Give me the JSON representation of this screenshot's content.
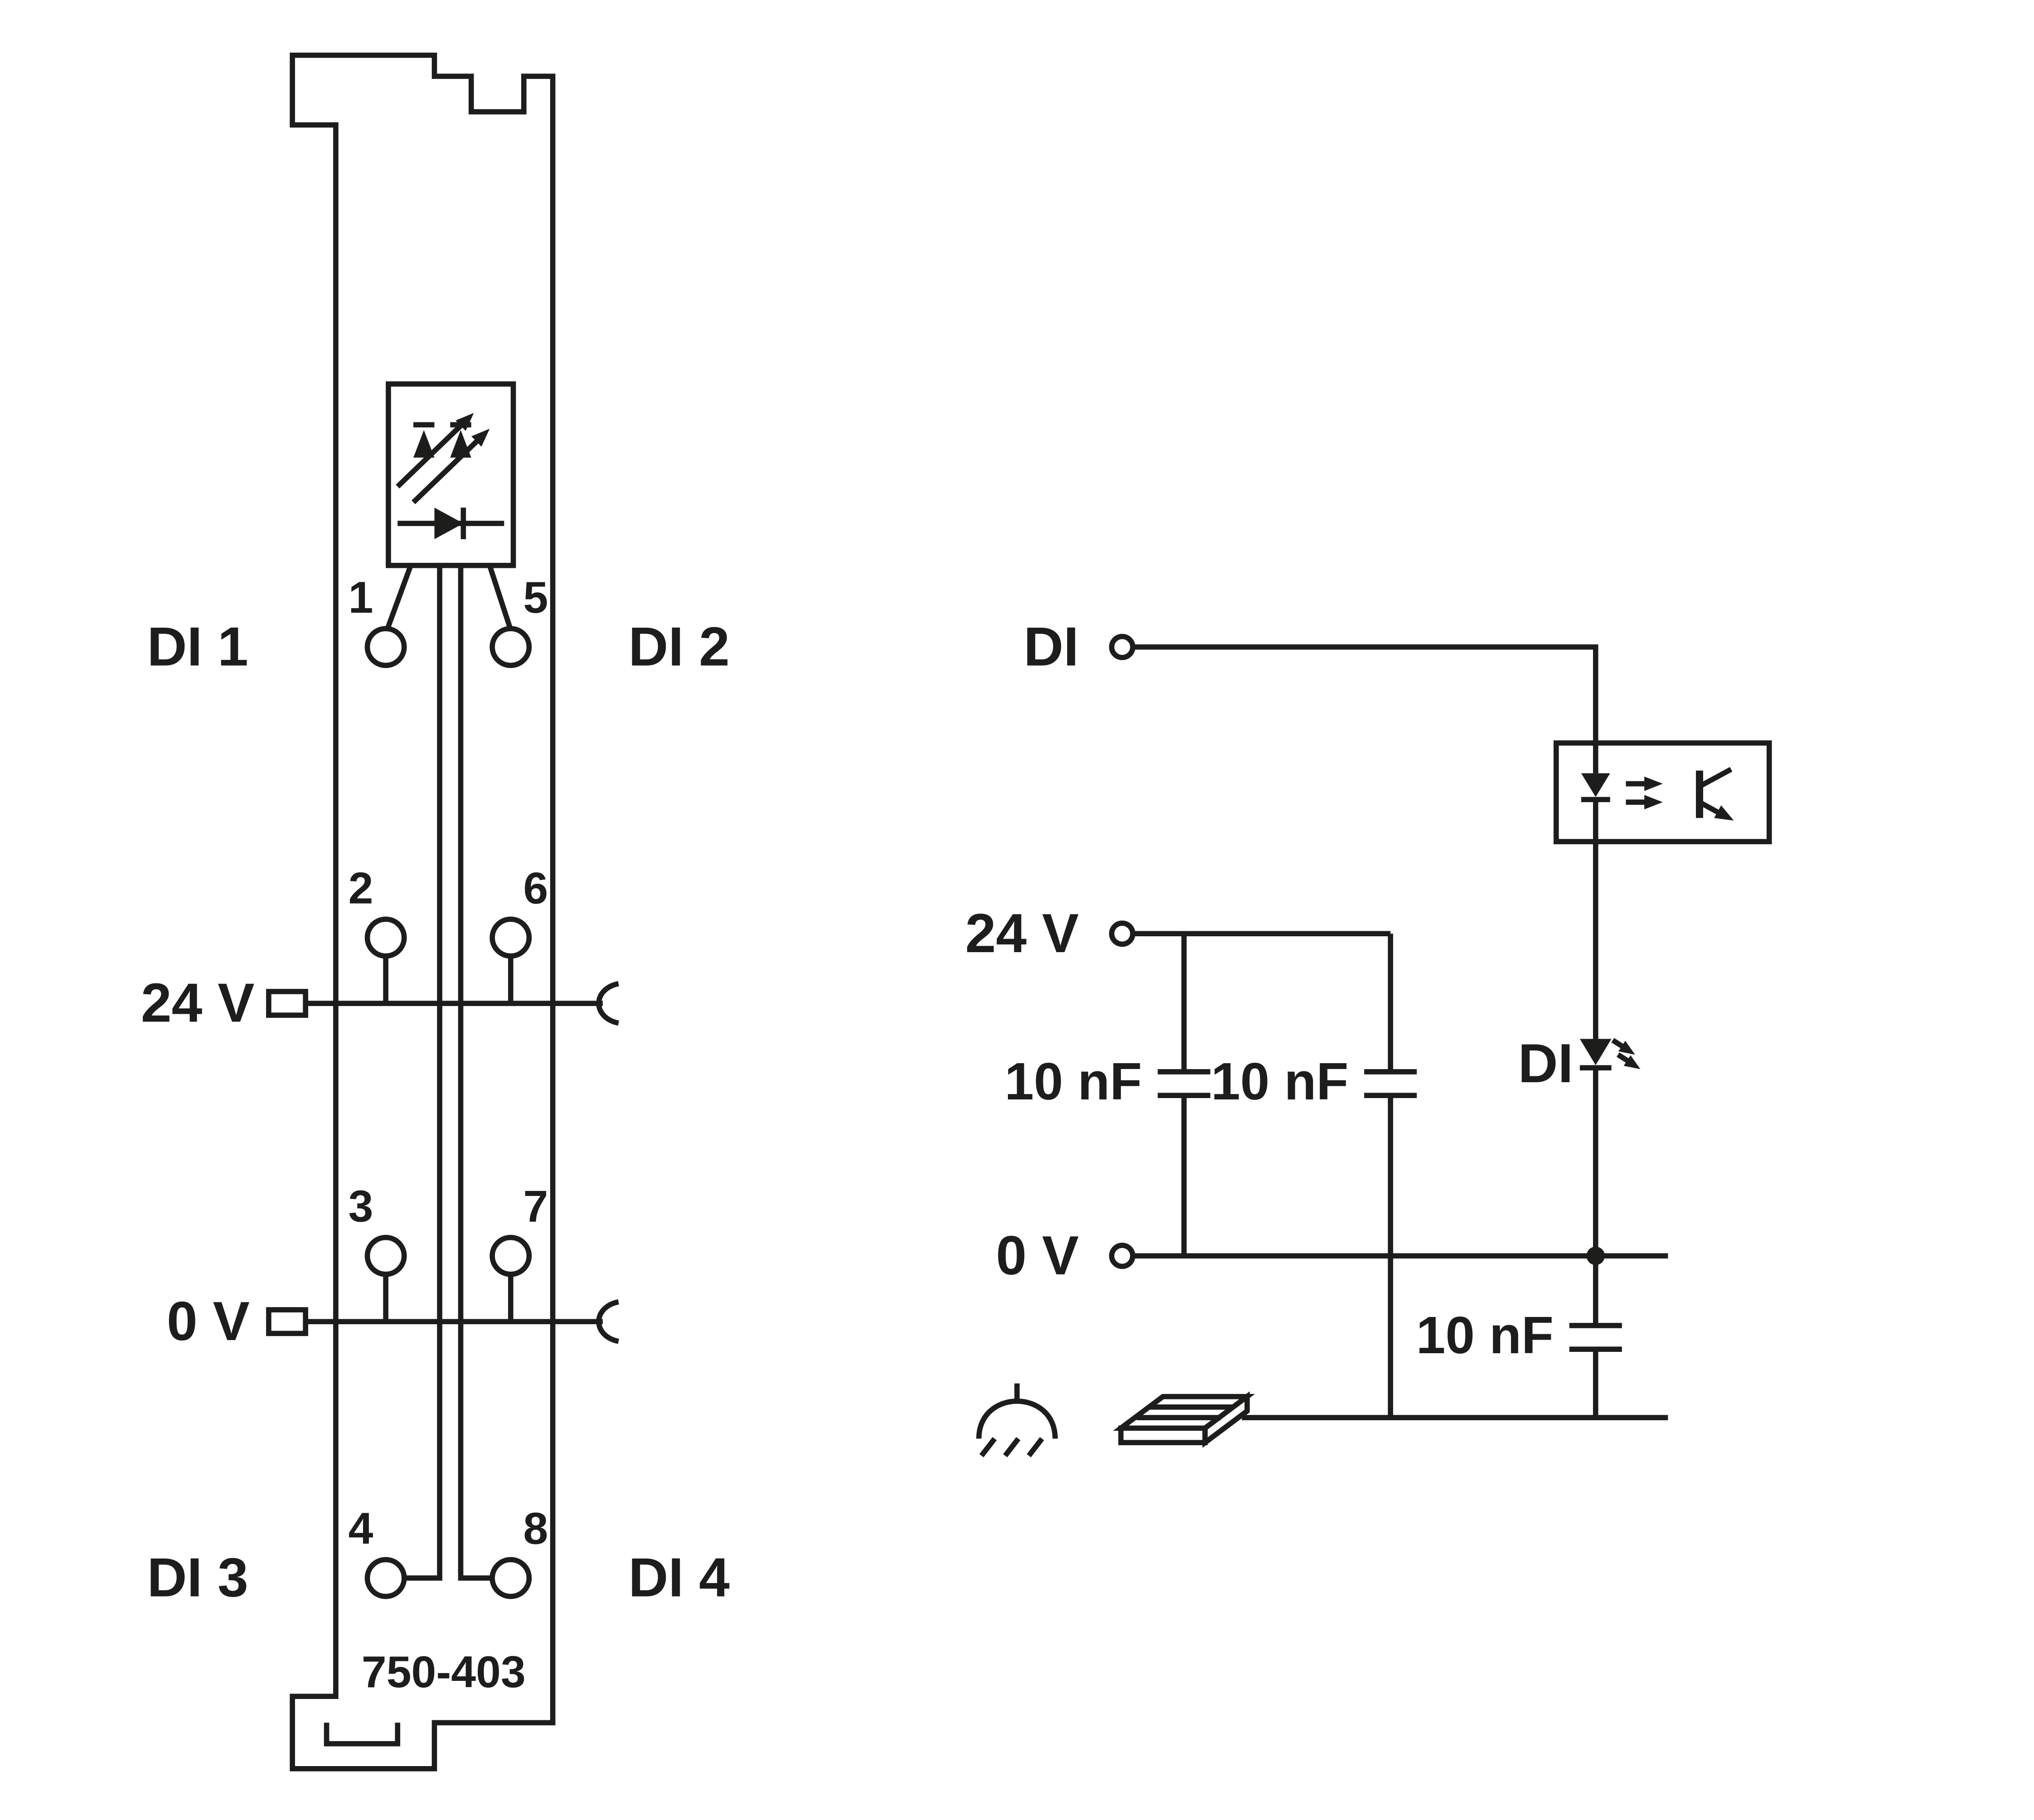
{
  "diagram": {
    "background_color": "#ffffff",
    "line_color": "#1d1d1b",
    "module": {
      "part_number": "750-403",
      "channel_labels": {
        "di1": "DI 1",
        "di2": "DI 2",
        "di3": "DI 3",
        "di4": "DI 4"
      },
      "rail_labels": {
        "v24": "24 V",
        "v0": "0 V"
      },
      "terminal_numbers": {
        "t1": "1",
        "t2": "2",
        "t3": "3",
        "t4": "4",
        "t5": "5",
        "t6": "6",
        "t7": "7",
        "t8": "8"
      }
    },
    "schematic": {
      "input_label": "DI",
      "supply_label": "24 V",
      "zero_volt_label": "0 V",
      "led_label": "DI",
      "capacitor_labels": {
        "c1": "10 nF",
        "c2": "10 nF",
        "c3": "10 nF"
      }
    },
    "icons": {
      "optocoupler": "optocoupler-symbol",
      "led": "led-diode-symbol",
      "capacitor": "capacitor-symbol",
      "functional_earth": "functional-earth-symbol",
      "din_rail": "din-rail-symbol",
      "power_jumper_contact": "power-jumper-contact-symbol"
    }
  }
}
